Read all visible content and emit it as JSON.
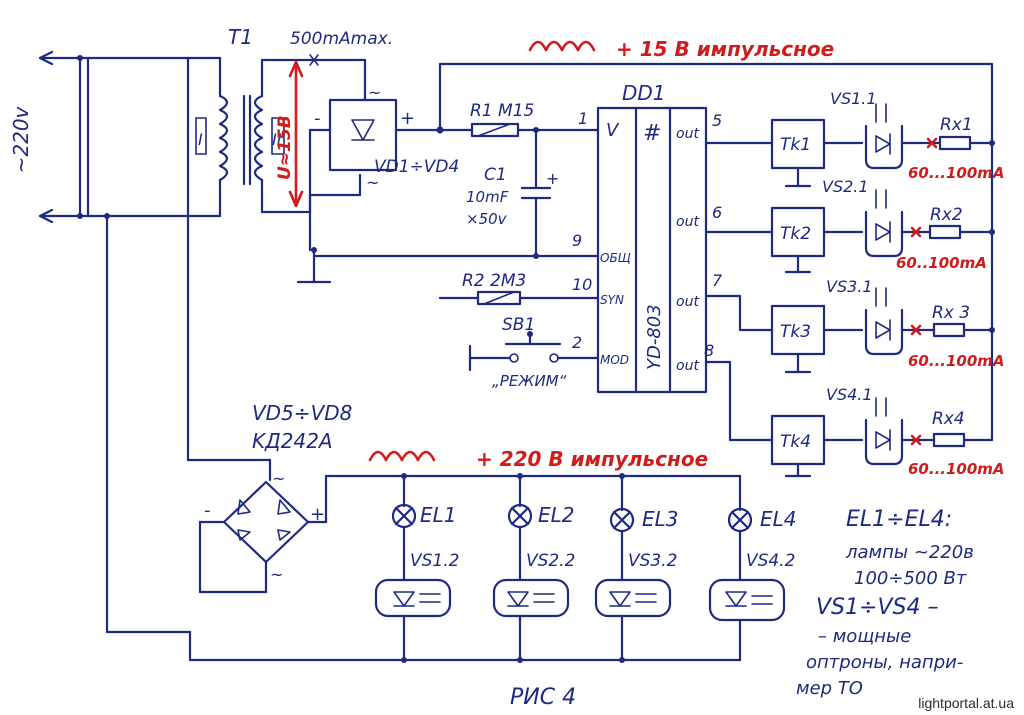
{
  "mains": "~220v",
  "transformer": {
    "label": "T1",
    "primary": "I",
    "secondary": "II",
    "fuse_note": "500mAmax.",
    "voltage": "U≈15B"
  },
  "bridge1": {
    "label": "VD1÷VD4",
    "plus": "+",
    "minus": "-",
    "tilde": "~"
  },
  "r1": "R1 M15",
  "c1": {
    "name": "C1",
    "value": "10mF",
    "voltage": "×50v",
    "plus": "+"
  },
  "r2": "R2 2M3",
  "sb1": {
    "name": "SB1",
    "caption": "„РЕЖИМ“"
  },
  "dd1": {
    "name": "DD1",
    "chip": "YD-803",
    "hash": "#",
    "pins_left": [
      {
        "num": "1",
        "label": "V"
      },
      {
        "num": "9",
        "label": "ОБЩ"
      },
      {
        "num": "10",
        "label": "SYN"
      },
      {
        "num": "2",
        "label": "MOD"
      }
    ],
    "pins_right": [
      {
        "num": "5",
        "label": "out"
      },
      {
        "num": "6",
        "label": "out"
      },
      {
        "num": "7",
        "label": "out"
      },
      {
        "num": "8",
        "label": "out"
      }
    ]
  },
  "top_rail": "+ 15 В импульсное",
  "mid_rail": "+ 220 В импульсное",
  "channels": [
    {
      "tk": "Tk1",
      "vs": "VS1.1",
      "rx": "Rx1",
      "current": "60...100mA"
    },
    {
      "tk": "Tk2",
      "vs": "VS2.1",
      "rx": "Rx2",
      "current": "60..100mA"
    },
    {
      "tk": "Tk3",
      "vs": "VS3.1",
      "rx": "Rx 3",
      "current": "60...100mA"
    },
    {
      "tk": "Tk4",
      "vs": "VS4.1",
      "rx": "Rx4",
      "current": "60...100mA"
    }
  ],
  "bridge2": {
    "label": "VD5÷VD8",
    "type": "KД242A",
    "plus": "+",
    "minus": "-",
    "tilde": "~"
  },
  "lamps": [
    {
      "el": "EL1",
      "vs": "VS1.2"
    },
    {
      "el": "EL2",
      "vs": "VS2.2"
    },
    {
      "el": "EL3",
      "vs": "VS3.2"
    },
    {
      "el": "EL4",
      "vs": "VS4.2"
    }
  ],
  "notes": [
    "EL1÷EL4:",
    "лампы ~220в",
    "100÷500 Вт",
    "VS1÷VS4 –",
    "– мощные",
    "оптроны, напри-",
    "мер ТО"
  ],
  "figure": "РИС 4",
  "watermark": "lightportal.at.ua"
}
